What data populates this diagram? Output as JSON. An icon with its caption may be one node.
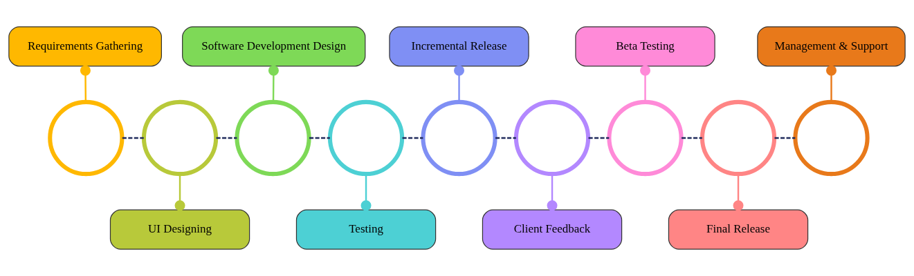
{
  "diagram": {
    "nodes": [
      {
        "text": [
          "Requirements Gathering"
        ]
      },
      {
        "text": [],
        "shape": "circle"
      },
      {
        "text": [
          "UI Designing"
        ]
      },
      {
        "text": [],
        "shape": "circle"
      },
      {
        "text": [
          "Software Development Design"
        ]
      },
      {
        "text": [],
        "shape": "circle"
      },
      {
        "text": [
          "Testing"
        ]
      },
      {
        "text": [],
        "shape": "circle"
      },
      {
        "text": [
          "Incremental Release"
        ]
      },
      {
        "text": [],
        "shape": "circle"
      },
      {
        "text": [
          "Client Feedback"
        ]
      },
      {
        "text": [],
        "shape": "circle"
      },
      {
        "text": [
          "Beta Testing"
        ]
      },
      {
        "text": [],
        "shape": "circle"
      },
      {
        "text": [
          "Final Release"
        ]
      },
      {
        "text": [],
        "shape": "circle"
      },
      {
        "text": [
          "Management & Support"
        ]
      },
      {
        "text": [],
        "shape": "circle"
      }
    ],
    "edges": [
      {
        "from": 1,
        "to": 0,
        "arrow": "other",
        "color": "#ffb800"
      },
      {
        "from": 3,
        "to": 2,
        "arrow": "other",
        "color": "#b8c93a"
      },
      {
        "from": 5,
        "to": 4,
        "arrow": "other",
        "color": "#7ed957"
      },
      {
        "from": 7,
        "to": 6,
        "arrow": "other",
        "color": "#4dd0d4"
      },
      {
        "from": 9,
        "to": 8,
        "arrow": "other",
        "color": "#7f8ff4"
      },
      {
        "from": 11,
        "to": 10,
        "arrow": "other",
        "color": "#b388ff"
      },
      {
        "from": 13,
        "to": 12,
        "arrow": "other",
        "color": "#ff8ad8"
      },
      {
        "from": 15,
        "to": 14,
        "arrow": "other",
        "color": "#ff8585"
      },
      {
        "from": 17,
        "to": 16,
        "arrow": "other",
        "color": "#e8791a"
      },
      {
        "from": 1,
        "to": 3,
        "arrow": "none",
        "style": "dashed",
        "color": "#1f2a5c"
      },
      {
        "from": 3,
        "to": 5,
        "arrow": "none",
        "style": "dashed",
        "color": "#1f2a5c"
      },
      {
        "from": 5,
        "to": 7,
        "arrow": "none",
        "style": "dashed",
        "color": "#1f2a5c"
      },
      {
        "from": 7,
        "to": 9,
        "arrow": "none",
        "style": "dashed",
        "color": "#1f2a5c"
      },
      {
        "from": 9,
        "to": 11,
        "arrow": "none",
        "style": "dashed",
        "color": "#1f2a5c"
      },
      {
        "from": 11,
        "to": 13,
        "arrow": "none",
        "style": "dashed",
        "color": "#1f2a5c"
      },
      {
        "from": 13,
        "to": 15,
        "arrow": "none",
        "style": "dashed",
        "color": "#1f2a5c"
      },
      {
        "from": 15,
        "to": 17,
        "arrow": "none",
        "style": "dashed",
        "color": "#1f2a5c"
      }
    ]
  }
}
